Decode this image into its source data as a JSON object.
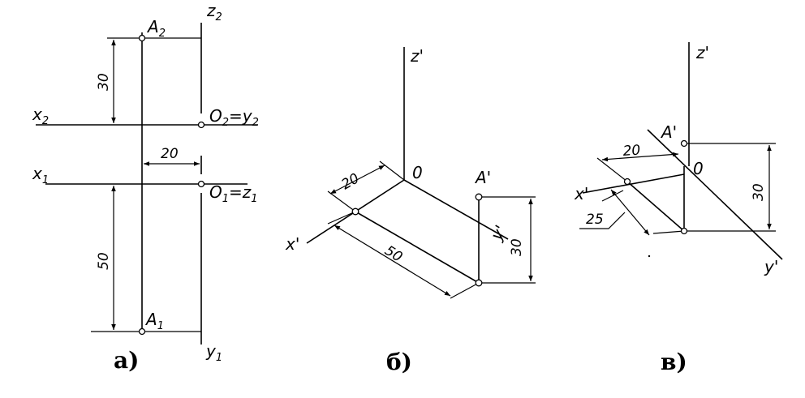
{
  "panels": [
    {
      "caption": "а)",
      "labels": {
        "A2": "A",
        "A2_sub": "2",
        "z2": "z",
        "z2_sub": "2",
        "x2": "x",
        "x2_sub": "2",
        "O2": "O",
        "O2_sub": "2",
        "O2_eq": "=",
        "y2": "y",
        "y2_sub": "2",
        "x1": "x",
        "x1_sub": "1",
        "O1": "O",
        "O1_sub": "1",
        "O1_eq": "=",
        "z1": "z",
        "z1_sub": "1",
        "A1": "A",
        "A1_sub": "1",
        "y1": "y",
        "y1_sub": "1"
      },
      "dims": {
        "d30": "30",
        "d20": "20",
        "d50": "50"
      }
    },
    {
      "caption": "б)",
      "labels": {
        "z": "z'",
        "O": "0",
        "A": "A'",
        "y": "y'",
        "x": "x'"
      },
      "dims": {
        "d20": "20",
        "d50": "50",
        "d30": "30"
      }
    },
    {
      "caption": "в)",
      "labels": {
        "z": "z'",
        "A": "A'",
        "O": "0",
        "x": "x'",
        "y": "y'"
      },
      "dims": {
        "d20": "20",
        "d25": "25",
        "d30": "30"
      }
    }
  ]
}
